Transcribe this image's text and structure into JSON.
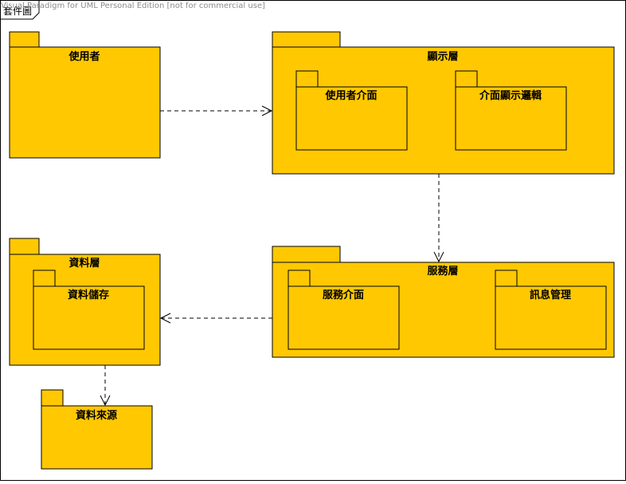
{
  "watermark": "Visual Paradigm for UML Personal Edition [not for commercial use]",
  "frame_label": "套件圖",
  "colors": {
    "package_fill": "#FFC800",
    "package_stroke": "#000000",
    "background": "#FFFFFF",
    "watermark_text": "#8C8C8C"
  },
  "packages": {
    "user": "使用者",
    "presentation": "顯示層",
    "ui": "使用者介面",
    "ui_logic": "介面顯示邏輯",
    "service": "服務層",
    "service_interface": "服務介面",
    "message_mgmt": "訊息管理",
    "data_layer": "資料層",
    "data_storage": "資料儲存",
    "data_source": "資料來源"
  },
  "dependencies": [
    {
      "from": "user",
      "to": "presentation"
    },
    {
      "from": "presentation",
      "to": "service"
    },
    {
      "from": "service",
      "to": "data_layer"
    },
    {
      "from": "data_layer",
      "to": "data_source"
    }
  ]
}
